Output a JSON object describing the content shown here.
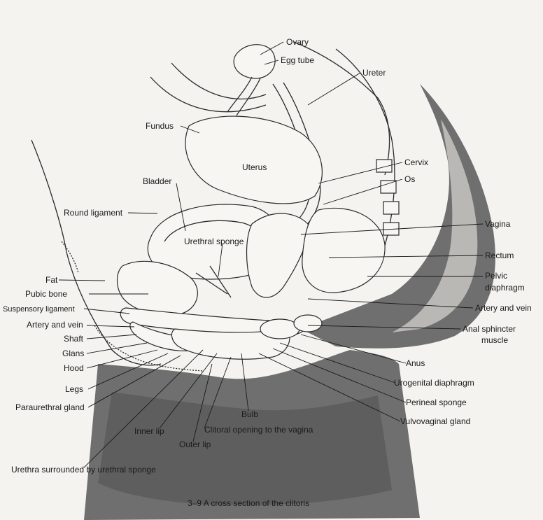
{
  "caption": "3–9   A cross section of the clitoris",
  "labels": {
    "ovary": "Ovary",
    "egg_tube": "Egg tube",
    "ureter": "Ureter",
    "fundus": "Fundus",
    "uterus": "Uterus",
    "cervix": "Cervix",
    "os": "Os",
    "bladder": "Bladder",
    "round_ligament": "Round ligament",
    "urethral_sponge": "Urethral sponge",
    "vagina": "Vagina",
    "rectum": "Rectum",
    "pelvic_diaphragm_1": "Pelvic",
    "pelvic_diaphragm_2": "diaphragm",
    "fat": "Fat",
    "pubic_bone": "Pubic bone",
    "suspensory_ligament": "Suspensory ligament",
    "artery_vein_left": "Artery and vein",
    "artery_vein_right": "Artery and vein",
    "shaft": "Shaft",
    "glans": "Glans",
    "hood": "Hood",
    "legs": "Legs",
    "paraurethral_gland": "Paraurethral gland",
    "anal_sphincter_1": "Anal sphincter",
    "anal_sphincter_2": "muscle",
    "anus": "Anus",
    "urogenital_diaphragm": "Urogenital diaphragm",
    "perineal_sponge": "Perineal sponge",
    "vulvovaginal_gland": "Vulvovaginal gland",
    "bulb": "Bulb",
    "inner_lip": "Inner lip",
    "clitoral_opening": "Clitoral opening to the vagina",
    "outer_lip": "Outer lip",
    "urethra_sponge": "Urethra surrounded by urethral sponge"
  }
}
